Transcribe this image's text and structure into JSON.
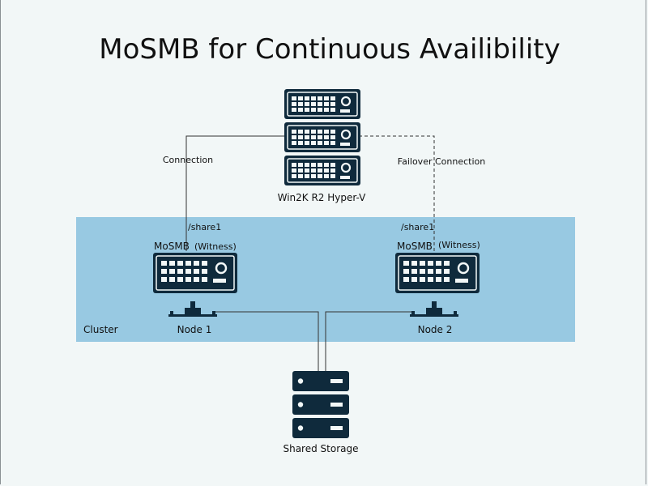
{
  "title": "MoSMB for Continuous Availibility",
  "hyperv": {
    "label": "Win2K R2 Hyper-V"
  },
  "connections": {
    "primary": "Connection",
    "failover": "Failover Connection"
  },
  "cluster": {
    "label": "Cluster"
  },
  "nodes": [
    {
      "share": "/share1",
      "server_label": "MoSMB",
      "witness": "(Witness)",
      "label": "Node 1"
    },
    {
      "share": "/share1",
      "server_label": "MoSMB",
      "witness": "(Witness)",
      "label": "Node 2"
    }
  ],
  "storage": {
    "label": "Shared Storage"
  },
  "colors": {
    "server_fill": "#0f2a3c",
    "cluster_fill": "#98c9e2",
    "background": "#f2f7f7",
    "line": "#333333"
  },
  "icons": {
    "hyperv": "rack-server-icon",
    "node": "server-unit-icon",
    "network": "network-port-icon",
    "storage": "storage-stack-icon"
  }
}
